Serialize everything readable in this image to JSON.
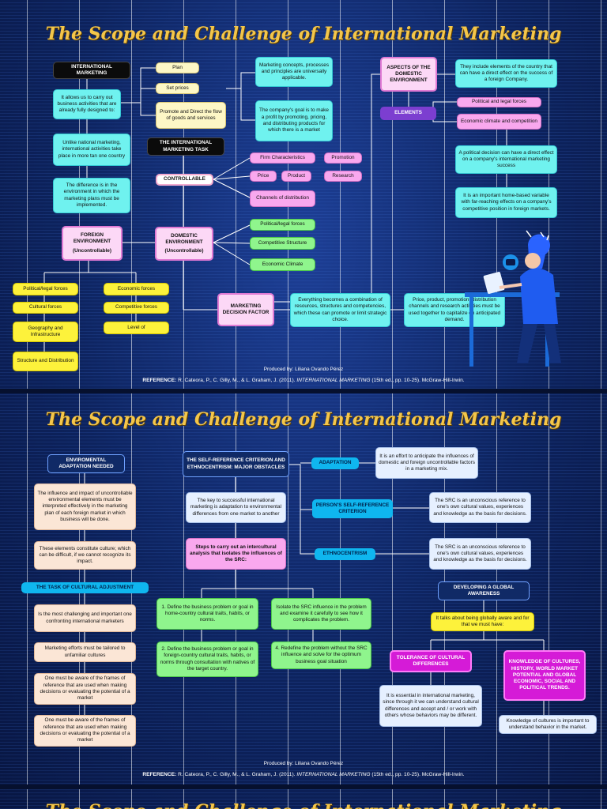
{
  "title_top": "The Scope and Challenge of International Marketing",
  "title_mid": "The Scope and Challenge of International Marketing",
  "title_bottom": "The Scope and Challenge of International Marketing",
  "top": {
    "intl_marketing": "INTERNATIONAL MARKETING",
    "intl_desc": "It allows us to carry out business activities that are already fully designed to:",
    "plan": "Plan",
    "set_prices": "Set prices",
    "promote": "Promote and Direct the flow of goods and services",
    "concepts": "Marketing concepts, processes and principles are universally applicable.",
    "goal": "The company's goal is to make a profit by promoting, pricing, and distributing products for which there is a market",
    "unlike": "Unlike national marketing, international activities take place in more tan one country",
    "difference": "The difference is in the environment in which the marketing plans must be implemented.",
    "task": "THE INTERNATIONAL MARKETING TASK",
    "controllable": "CONTROLLABLE",
    "firm": "Firm Characteristics",
    "promotion": "Promotion",
    "price": "Price",
    "product": "Product",
    "research": "Research",
    "channels": "Channels of distribution",
    "foreign_env": "FOREIGN ENVIRONMENT",
    "foreign_unc": "(Uncontrollable)",
    "domestic_env": "DOMESTIC ENVIRONMENT",
    "domestic_unc": "(Uncontrollable)",
    "political_legal_green": "Political/legal forces",
    "competitive_structure": "Competitive Structure",
    "economic_climate_green": "Economic Climate",
    "foreign_forces": [
      "Political/legal forces",
      "Cultural forces",
      "Geography and Infrastructure",
      "Structure and Distribution"
    ],
    "foreign_forces_right": [
      "Economic forces",
      "Competitive forces",
      "Level of"
    ],
    "mdf": "MARKETING DECISION FACTOR",
    "everything": "Everything becomes a combination of resources, structures and competencies, which these can promote or limit strategic choice.",
    "price_product": "Price, product, promotion, distribution channels and research activities must be used together to capitalize on anticipated demand.",
    "aspects": "ASPECTS OF THE DOMESTIC ENVIRONMENT",
    "aspects_desc": "They include elements of the country that can have a direct effect on the success of a foreign Company.",
    "elements": "ELEMENTS",
    "pol_legal_pink": "Political and legal forces",
    "econ_climate_pink": "Economic climate and competition",
    "political_decision": "A political decision can have a direct effect on a company's international marketing success",
    "important_var": "It is an important home-based variable with far-reaching effects on a company's competitive position in foreign markets.",
    "produced_by": "Produced by: Liliana Ovando Pérez",
    "ref_label": "REFERENCE:",
    "ref_text_a": "R. Cateora, P., C. Gilly, M., & L. Graham, J. (2011).",
    "ref_book": "INTERNATIONAL MARKETING",
    "ref_text_b": "(15th ed., pp. 10-25). McGraw-Hill-Irwin."
  },
  "mid": {
    "env_adapt": "ENVIROMENTAL ADAPTATION NEEDED",
    "influence": "The influence and impact of uncontrollable environmental elements must be interpreted effectively in the marketing plan of each foreign market in which business will be done.",
    "culture": "These elements constitute culture; which can be difficult, if we cannot recognize its impact.",
    "task_adj": "THE TASK OF CULTURAL ADJUSTMENT",
    "challenging": "Is the most challenging and important one confronting international marketers",
    "efforts": "Marketing efforts must be tailored to unfamiliar cultures",
    "aware1": "One must be aware of the frames of reference that are used when making decisions or evaluating the potential of a market",
    "aware2": "One must be aware of the frames of reference that are used when making decisions or evaluating the potential of a market",
    "src_criterion": "THE SELF-REFERENCE CRITERION AND ETHNOCENTRISM: MAJOR OBSTACLES",
    "key": "The key to successful international marketing is adaptation to environmental differences from one market to another",
    "steps": "Steps to carry out an intercultural analysis that isolates the influences of the SRC:",
    "step1": "1. Define the business problem or goal in home-country cultural traits, habits, or norms.",
    "step2": "2. Define the business problem or goal in foreign-country cultural traits, habits, or norms through consultation with natives of the target country.",
    "step3": "Isolate the SRC influence in the problem and examine it carefully to see how it complicates the problem.",
    "step4": "4. Redefine the problem without the SRC influence and solve for the optimum business goal situation",
    "adaptation": "ADAPTATION",
    "adaptation_desc": "It is an effort to anticipate the influences of domestic and foreign uncontrollable factors in a marketing mix.",
    "person_src": "PERSON'S SELF-REFERENCE CRITERION",
    "src_desc1": "The SRC is an unconscious reference to one's own cultural values, experiences and knowledge as the basis for decisions.",
    "ethnocentrism": "ETHNOCENTRISM",
    "src_desc2": "The SRC is an unconscious reference to one's own cultural values, experiences and knowledge as the basis for decisions.",
    "global_awareness": "DEVELOPING A GLOBAL AWARENESS",
    "global_desc": "It talks about being globally aware and for that we must have:",
    "tolerance": "TOLERANCE OF CULTURAL DIFFERENCES",
    "tolerance_desc": "It is essential in international marketing, since through it we can understand cultural differences and accept and / or work with others whose behaviors may be different.",
    "knowledge": "KNOWLEDGE OF CULTURES, HISTORY, WORLD MARKET POTENTIAL AND GLOBAL ECONOMIC, SOCIAL AND POLITICAL TRENDS.",
    "knowledge_desc": "Knowledge of cultures is important to understand behavior in the market.",
    "produced_by": "Produced by: Liliana Ovando Pérez",
    "ref_label": "REFERENCE:",
    "ref_text_a": "R. Cateora, P., C. Gilly, M., & L. Graham, J. (2011).",
    "ref_book": "INTERNATIONAL MARKETING",
    "ref_text_b": "(15th ed., pp. 10-25). McGraw-Hill-Irwin."
  },
  "colors": {
    "title": "#f4c64a",
    "cyan": "#6ff2ef",
    "yellow": "#fdf23b",
    "pink": "#f9a8ee",
    "green": "#8ff58d",
    "purple": "#7c3ed0",
    "magenta": "#d51bd7",
    "sky": "#0fb6ef"
  }
}
